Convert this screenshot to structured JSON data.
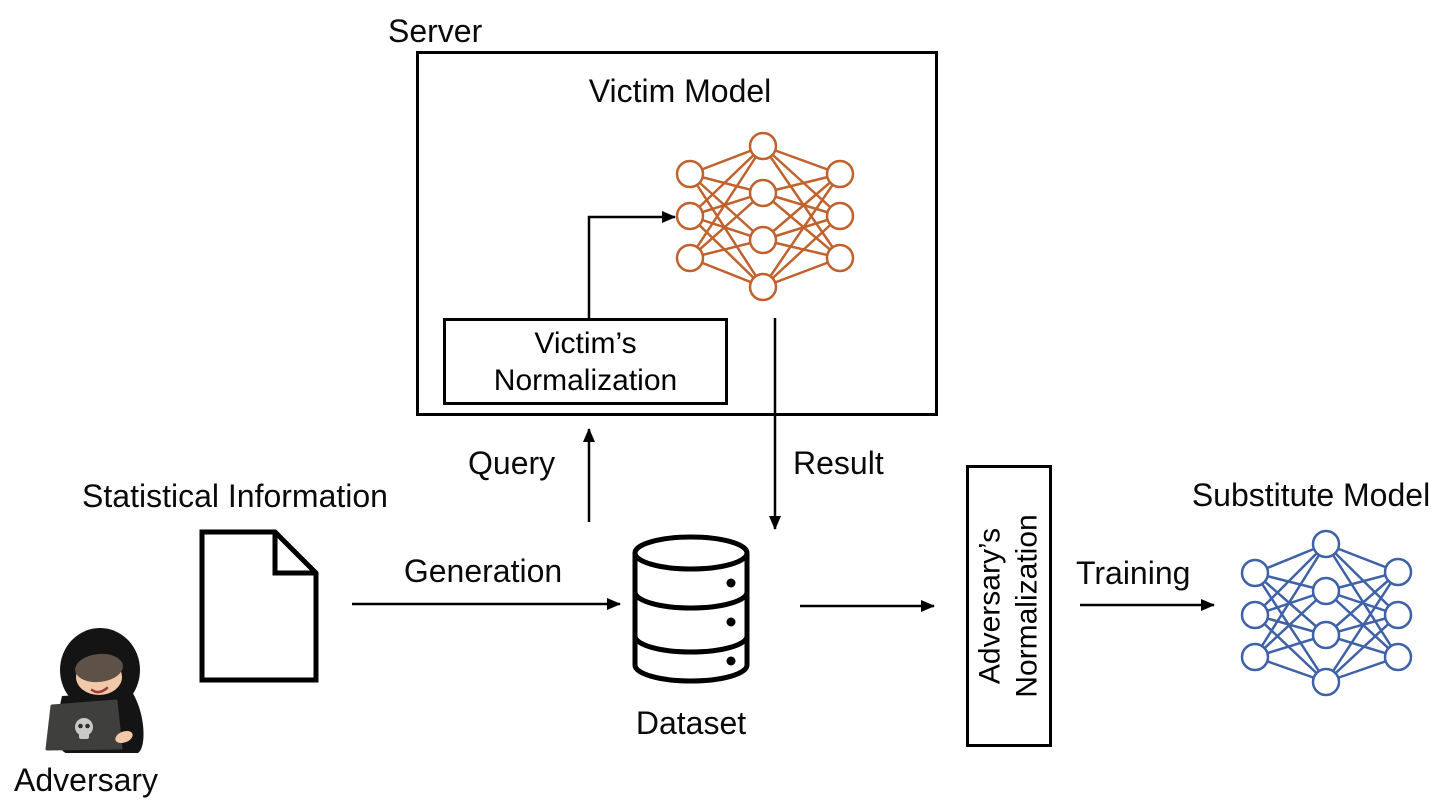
{
  "labels": {
    "server": "Server",
    "victim_model": "Victim Model",
    "victims_normalization": {
      "line1": "Victim’s",
      "line2": "Normalization"
    },
    "query": "Query",
    "result": "Result",
    "statistical_information": "Statistical Information",
    "generation": "Generation",
    "dataset": "Dataset",
    "adversary": "Adversary",
    "adversarys_normalization": {
      "line1": "Adversary’s",
      "line2": "Normalization"
    },
    "training": "Training",
    "substitute_model": "Substitute Model"
  },
  "colors": {
    "ink": "#000000",
    "victim-network": "#C0622D",
    "substitute-network": "#3F61A6",
    "hood": "#141414",
    "skin": "#F2C9A8",
    "fringe": "#5E5148",
    "smile": "#A0393B",
    "laptop": "#3F3F3D",
    "skull": "#C9C9C7"
  },
  "icons": {
    "statistical_information": "document-icon",
    "dataset": "database-icon",
    "adversary": "hooded-hacker-laptop-icon",
    "victim_model": "neural-network-icon",
    "substitute_model": "neural-network-icon"
  },
  "networks": {
    "victim_model": {
      "layers": [
        3,
        4,
        3
      ]
    },
    "substitute_model": {
      "layers": [
        3,
        4,
        3
      ]
    }
  }
}
